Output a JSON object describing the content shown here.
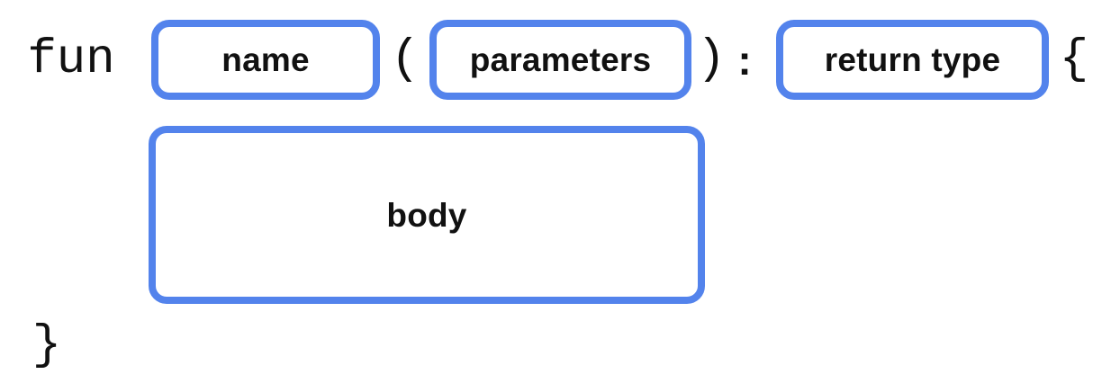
{
  "diagram": {
    "description": "function syntax diagram",
    "tokens": {
      "keyword": "fun",
      "open_paren": "(",
      "close_paren": ")",
      "colon": ":",
      "open_brace": "{",
      "close_brace": "}"
    },
    "slots": {
      "name": "name",
      "parameters": "parameters",
      "return_type": "return type",
      "body": "body"
    }
  },
  "colors": {
    "box_border": "#5383EC",
    "text": "#111111",
    "background": "#FFFFFF"
  }
}
